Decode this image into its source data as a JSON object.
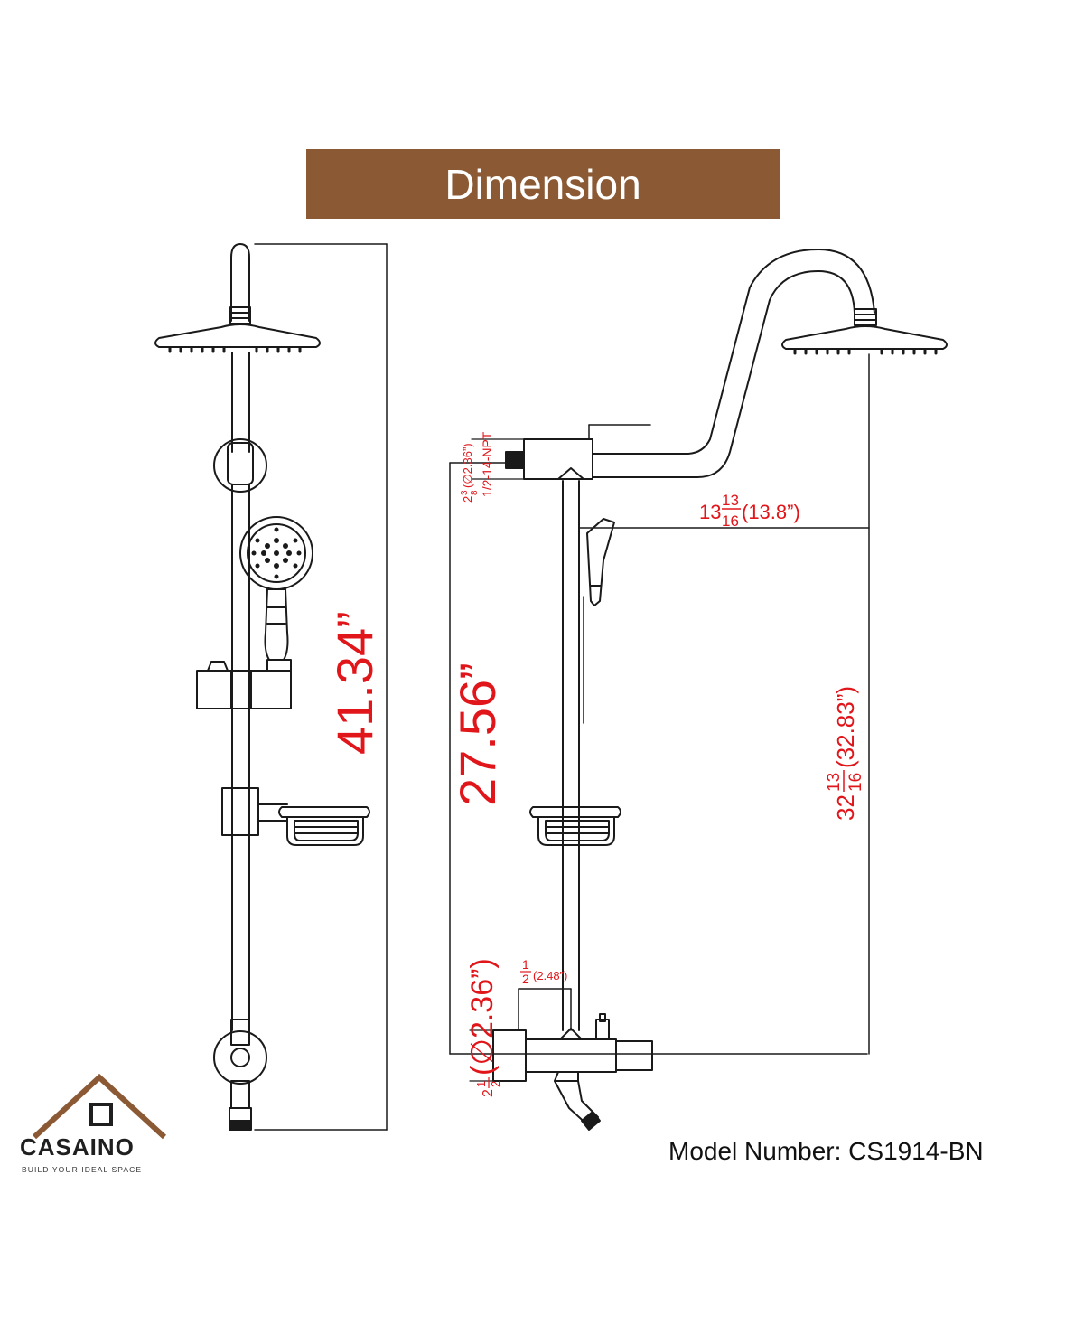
{
  "title": "Dimension",
  "model_number": "Model Number: CS1914-BN",
  "brand": {
    "name": "CASAINO",
    "tagline": "BUILD YOUR IDEAL SPACE",
    "brown": "#8B5A35"
  },
  "colors": {
    "dimension_text": "#E0161B",
    "line": "#1a1a1a"
  },
  "dimensions": {
    "total_height": "41.34”",
    "outlet_to_inlet": "27.56”",
    "arm_reach_whole": "13",
    "arm_reach_frac_num": "13",
    "arm_reach_frac_den": "16",
    "arm_reach_decimal": "(13.8”)",
    "head_height_whole": "32",
    "head_height_frac_num": "13",
    "head_height_frac_den": "16",
    "head_height_decimal": "(32.83”)",
    "top_connector_whole": "2",
    "top_connector_frac_num": "3",
    "top_connector_frac_den": "8",
    "top_connector_decimal": "(∅2.36”)",
    "thread_spec": "1/2-14-NPT",
    "bottom_connector_whole": "2",
    "bottom_connector_frac_num": "1",
    "bottom_connector_frac_den": "2",
    "bottom_connector_decimal": "(∅2.36”)",
    "offset_frac_num": "1",
    "offset_frac_den": "2",
    "offset_decimal": "(2.48”)"
  }
}
